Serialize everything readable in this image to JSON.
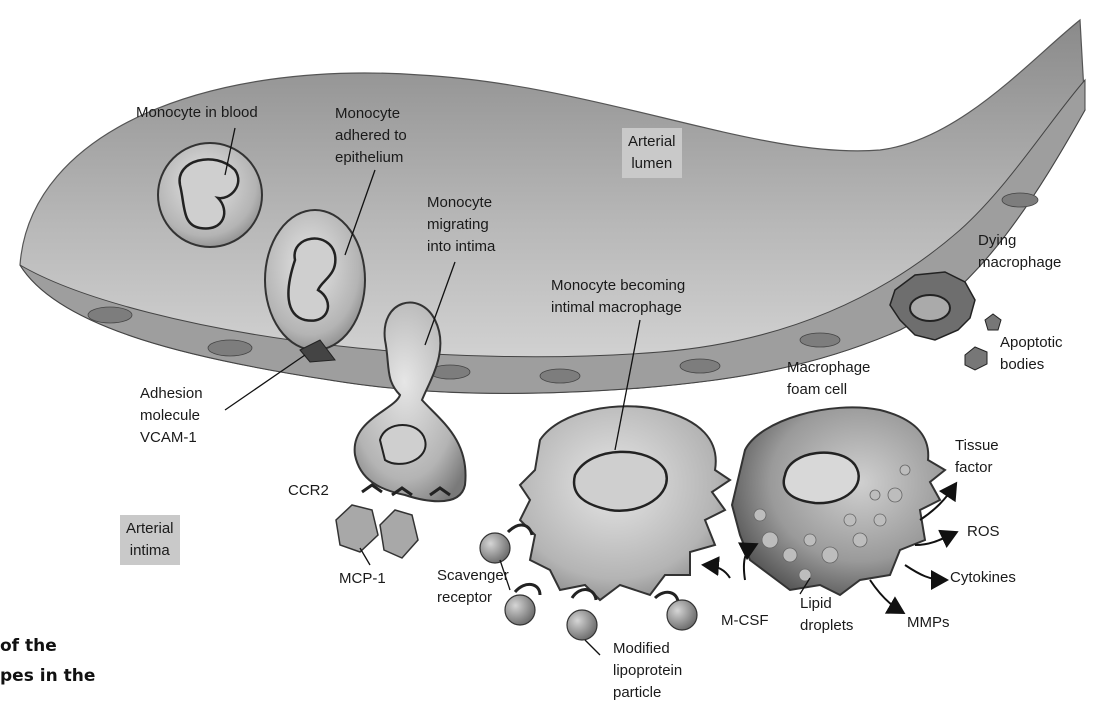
{
  "labels": {
    "monocyte_blood": "Monocyte in blood",
    "monocyte_adhered": "Monocyte\nadhered to\nepithelium",
    "arterial_lumen": "Arterial\nlumen",
    "monocyte_migrating": "Monocyte\nmigrating\ninto intima",
    "dying_macrophage": "Dying\nmacrophage",
    "monocyte_becoming": "Monocyte becoming\nintimal macrophage",
    "apoptotic_bodies": "Apoptotic\nbodies",
    "macrophage_foam": "Macrophage\nfoam cell",
    "adhesion_molecule": "Adhesion\nmolecule\nVCAM-1",
    "tissue_factor": "Tissue\nfactor",
    "ccr2": "CCR2",
    "ros": "ROS",
    "arterial_intima": "Arterial\nintima",
    "cytokines": "Cytokines",
    "mcp1": "MCP-1",
    "scavenger_receptor": "Scavenger\nreceptor",
    "mcsf": "M-CSF",
    "lipid_droplets": "Lipid\ndroplets",
    "mmps": "MMPs",
    "modified_lipoprotein": "Modified\nlipoprotein\nparticle"
  },
  "caption_fragments": {
    "line1": "of the",
    "line2": "pes in the"
  }
}
